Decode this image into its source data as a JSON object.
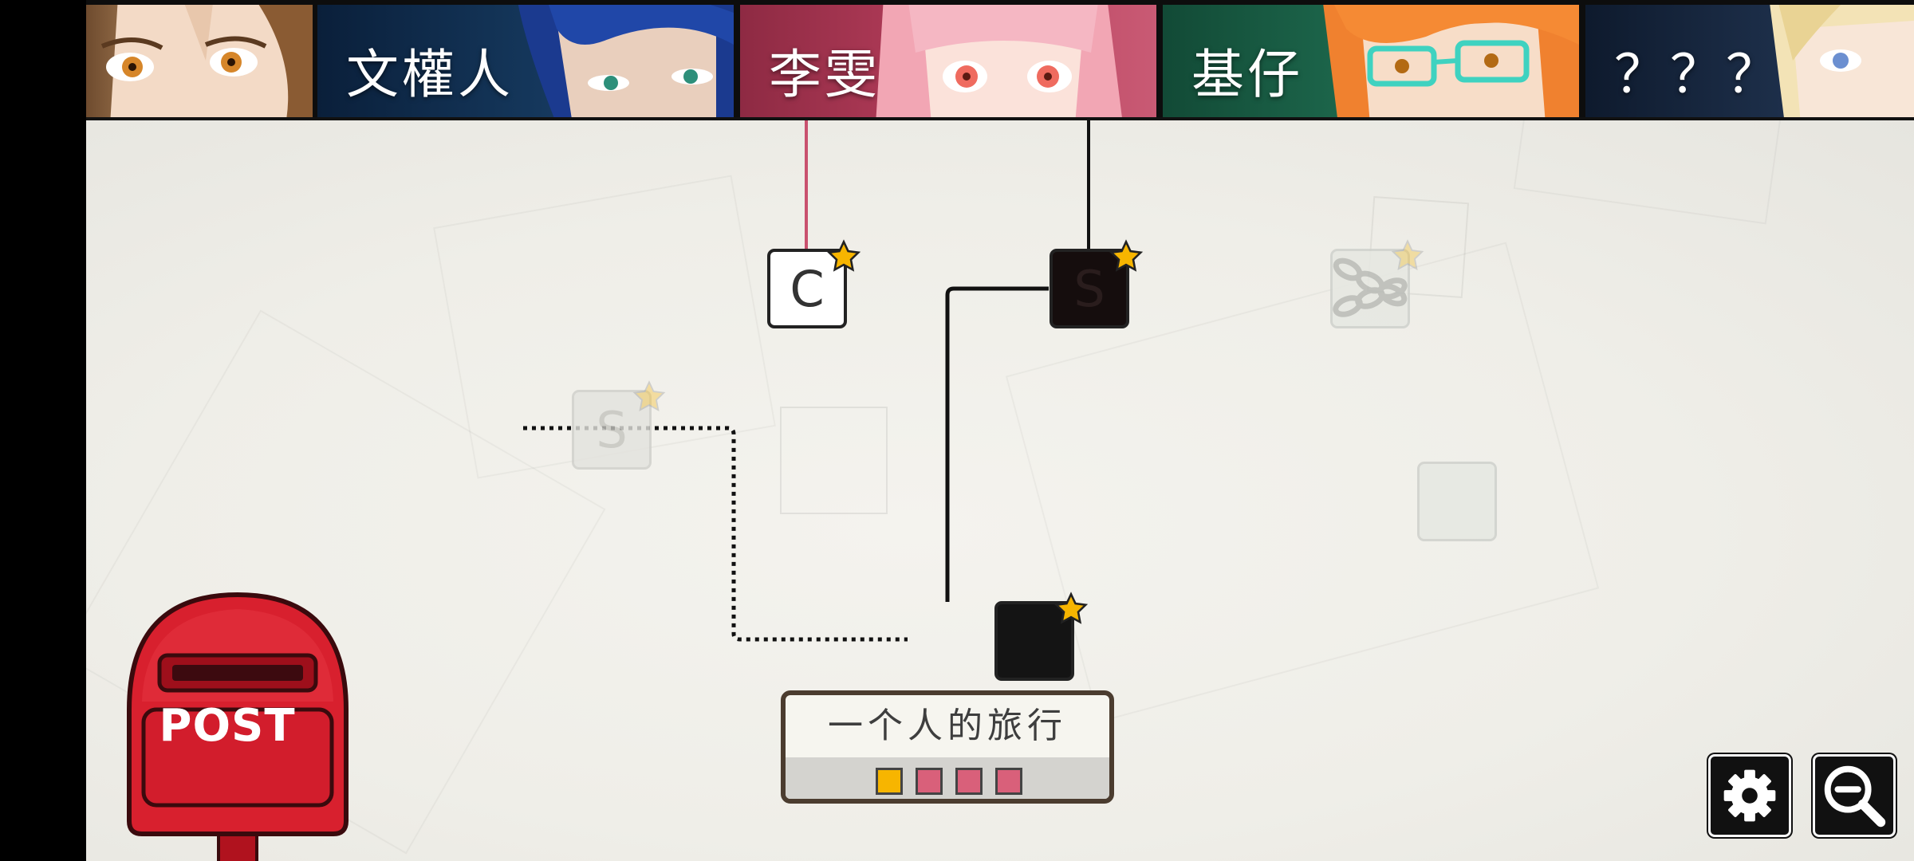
{
  "characters": [
    {
      "name": "",
      "color": "#a47b52",
      "icon": "woman-portrait"
    },
    {
      "name": "文權人",
      "color": "#0f2f4d",
      "icon": "man-blue-hair-portrait"
    },
    {
      "name": "李雯",
      "color": "#a4344f",
      "icon": "girl-pink-hair-portrait"
    },
    {
      "name": "基仔",
      "color": "#1e6a4e",
      "icon": "boy-orange-hair-glasses-portrait"
    },
    {
      "name": "？？？",
      "color": "#17263c",
      "icon": "blonde-portrait"
    }
  ],
  "nodes": [
    {
      "id": "c-node",
      "letter": "C",
      "state": "cleared",
      "starred": true
    },
    {
      "id": "s-node-black",
      "letter": "S",
      "state": "current",
      "starred": true
    },
    {
      "id": "locked-chain-node",
      "letter": "",
      "state": "locked",
      "starred": true
    },
    {
      "id": "s-node-faded",
      "letter": "S",
      "state": "faded",
      "starred": true
    },
    {
      "id": "empty-faded-node",
      "letter": "",
      "state": "faded",
      "starred": false
    },
    {
      "id": "start-node",
      "letter": "",
      "state": "current",
      "starred": true
    }
  ],
  "card": {
    "title": "一个人的旅行",
    "progress": [
      "#f7b500",
      "#d9607a",
      "#d9607a",
      "#d9607a"
    ]
  },
  "mailbox": {
    "label": "POST",
    "icon": "mailbox-icon"
  },
  "buttons": {
    "settings_icon": "gear-icon",
    "zoom_icon": "zoom-out-icon"
  },
  "colors": {
    "accent_star": "#f7b500",
    "line_pink": "#c9516e",
    "line_dark": "#111111"
  }
}
